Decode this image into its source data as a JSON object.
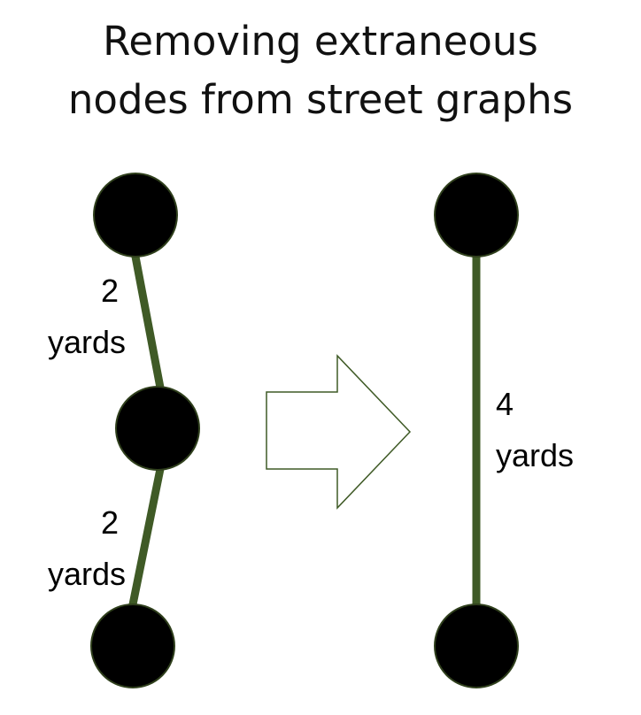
{
  "title": {
    "line1": "Removing extraneous",
    "line2": "nodes from street graphs"
  },
  "colors": {
    "node_fill": "#000000",
    "node_stroke": "#2f3f1c",
    "edge": "#3f5a26",
    "arrow_stroke": "#3f5a26",
    "arrow_fill": "#ffffff",
    "text": "#000000"
  },
  "before": {
    "edges": [
      {
        "number": "2",
        "unit": "yards"
      },
      {
        "number": "2",
        "unit": "yards"
      }
    ]
  },
  "after": {
    "edges": [
      {
        "number": "4",
        "unit": "yards"
      }
    ]
  }
}
